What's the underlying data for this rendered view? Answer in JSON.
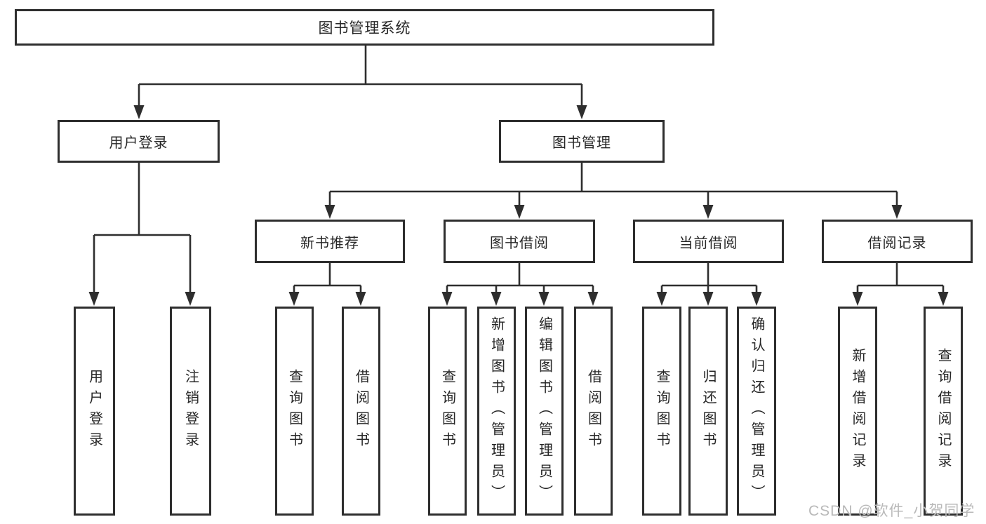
{
  "root": {
    "label": "图书管理系统"
  },
  "level2": {
    "user_login": {
      "label": "用户登录"
    },
    "book_mgmt": {
      "label": "图书管理"
    }
  },
  "level3": {
    "new_book": {
      "label": "新书推荐"
    },
    "book_borrow": {
      "label": "图书借阅"
    },
    "current_borrow": {
      "label": "当前借阅"
    },
    "borrow_record": {
      "label": "借阅记录"
    }
  },
  "leaves": {
    "user_login": [
      "用户登录",
      "注销登录"
    ],
    "new_book": [
      "查询图书",
      "借阅图书"
    ],
    "book_borrow": [
      "查询图书",
      "新增图书（管理员）",
      "编辑图书（管理员）",
      "借阅图书"
    ],
    "current_borrow": [
      "查询图书",
      "归还图书",
      "确认归还（管理员）"
    ],
    "borrow_record": [
      "新增借阅记录",
      "查询借阅记录"
    ]
  },
  "hierarchy": {
    "name": "图书管理系统",
    "children": [
      {
        "name": "用户登录",
        "children": [
          "用户登录",
          "注销登录"
        ]
      },
      {
        "name": "图书管理",
        "children": [
          {
            "name": "新书推荐",
            "children": [
              "查询图书",
              "借阅图书"
            ]
          },
          {
            "name": "图书借阅",
            "children": [
              "查询图书",
              "新增图书（管理员）",
              "编辑图书（管理员）",
              "借阅图书"
            ]
          },
          {
            "name": "当前借阅",
            "children": [
              "查询图书",
              "归还图书",
              "确认归还（管理员）"
            ]
          },
          {
            "name": "借阅记录",
            "children": [
              "新增借阅记录",
              "查询借阅记录"
            ]
          }
        ]
      }
    ]
  },
  "watermark": "CSDN @软件_小贺同学",
  "colors": {
    "line": "#2e2e2e",
    "text": "#262626",
    "watermark": "#b9b9b9",
    "background": "#ffffff"
  }
}
